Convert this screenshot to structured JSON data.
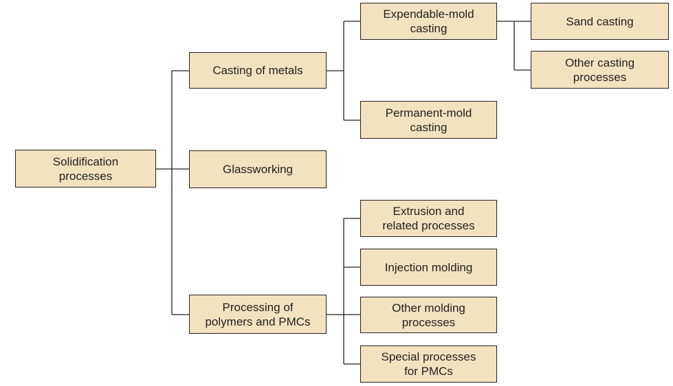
{
  "diagram": {
    "fill_color": "#f3e2c0",
    "line_color": "#231f20",
    "root": "Solidification\nprocesses",
    "level1": {
      "casting": "Casting of metals",
      "glass": "Glassworking",
      "polymers": "Processing of\npolymers and PMCs"
    },
    "casting_children": {
      "expendable": "Expendable-mold\ncasting",
      "permanent": "Permanent-mold\ncasting"
    },
    "expendable_children": {
      "sand": "Sand casting",
      "other_casting": "Other casting\nprocesses"
    },
    "polymer_children": {
      "extrusion": "Extrusion and\nrelated processes",
      "injection": "Injection molding",
      "other_molding": "Other molding\nprocesses",
      "special": "Special processes\nfor PMCs"
    }
  }
}
